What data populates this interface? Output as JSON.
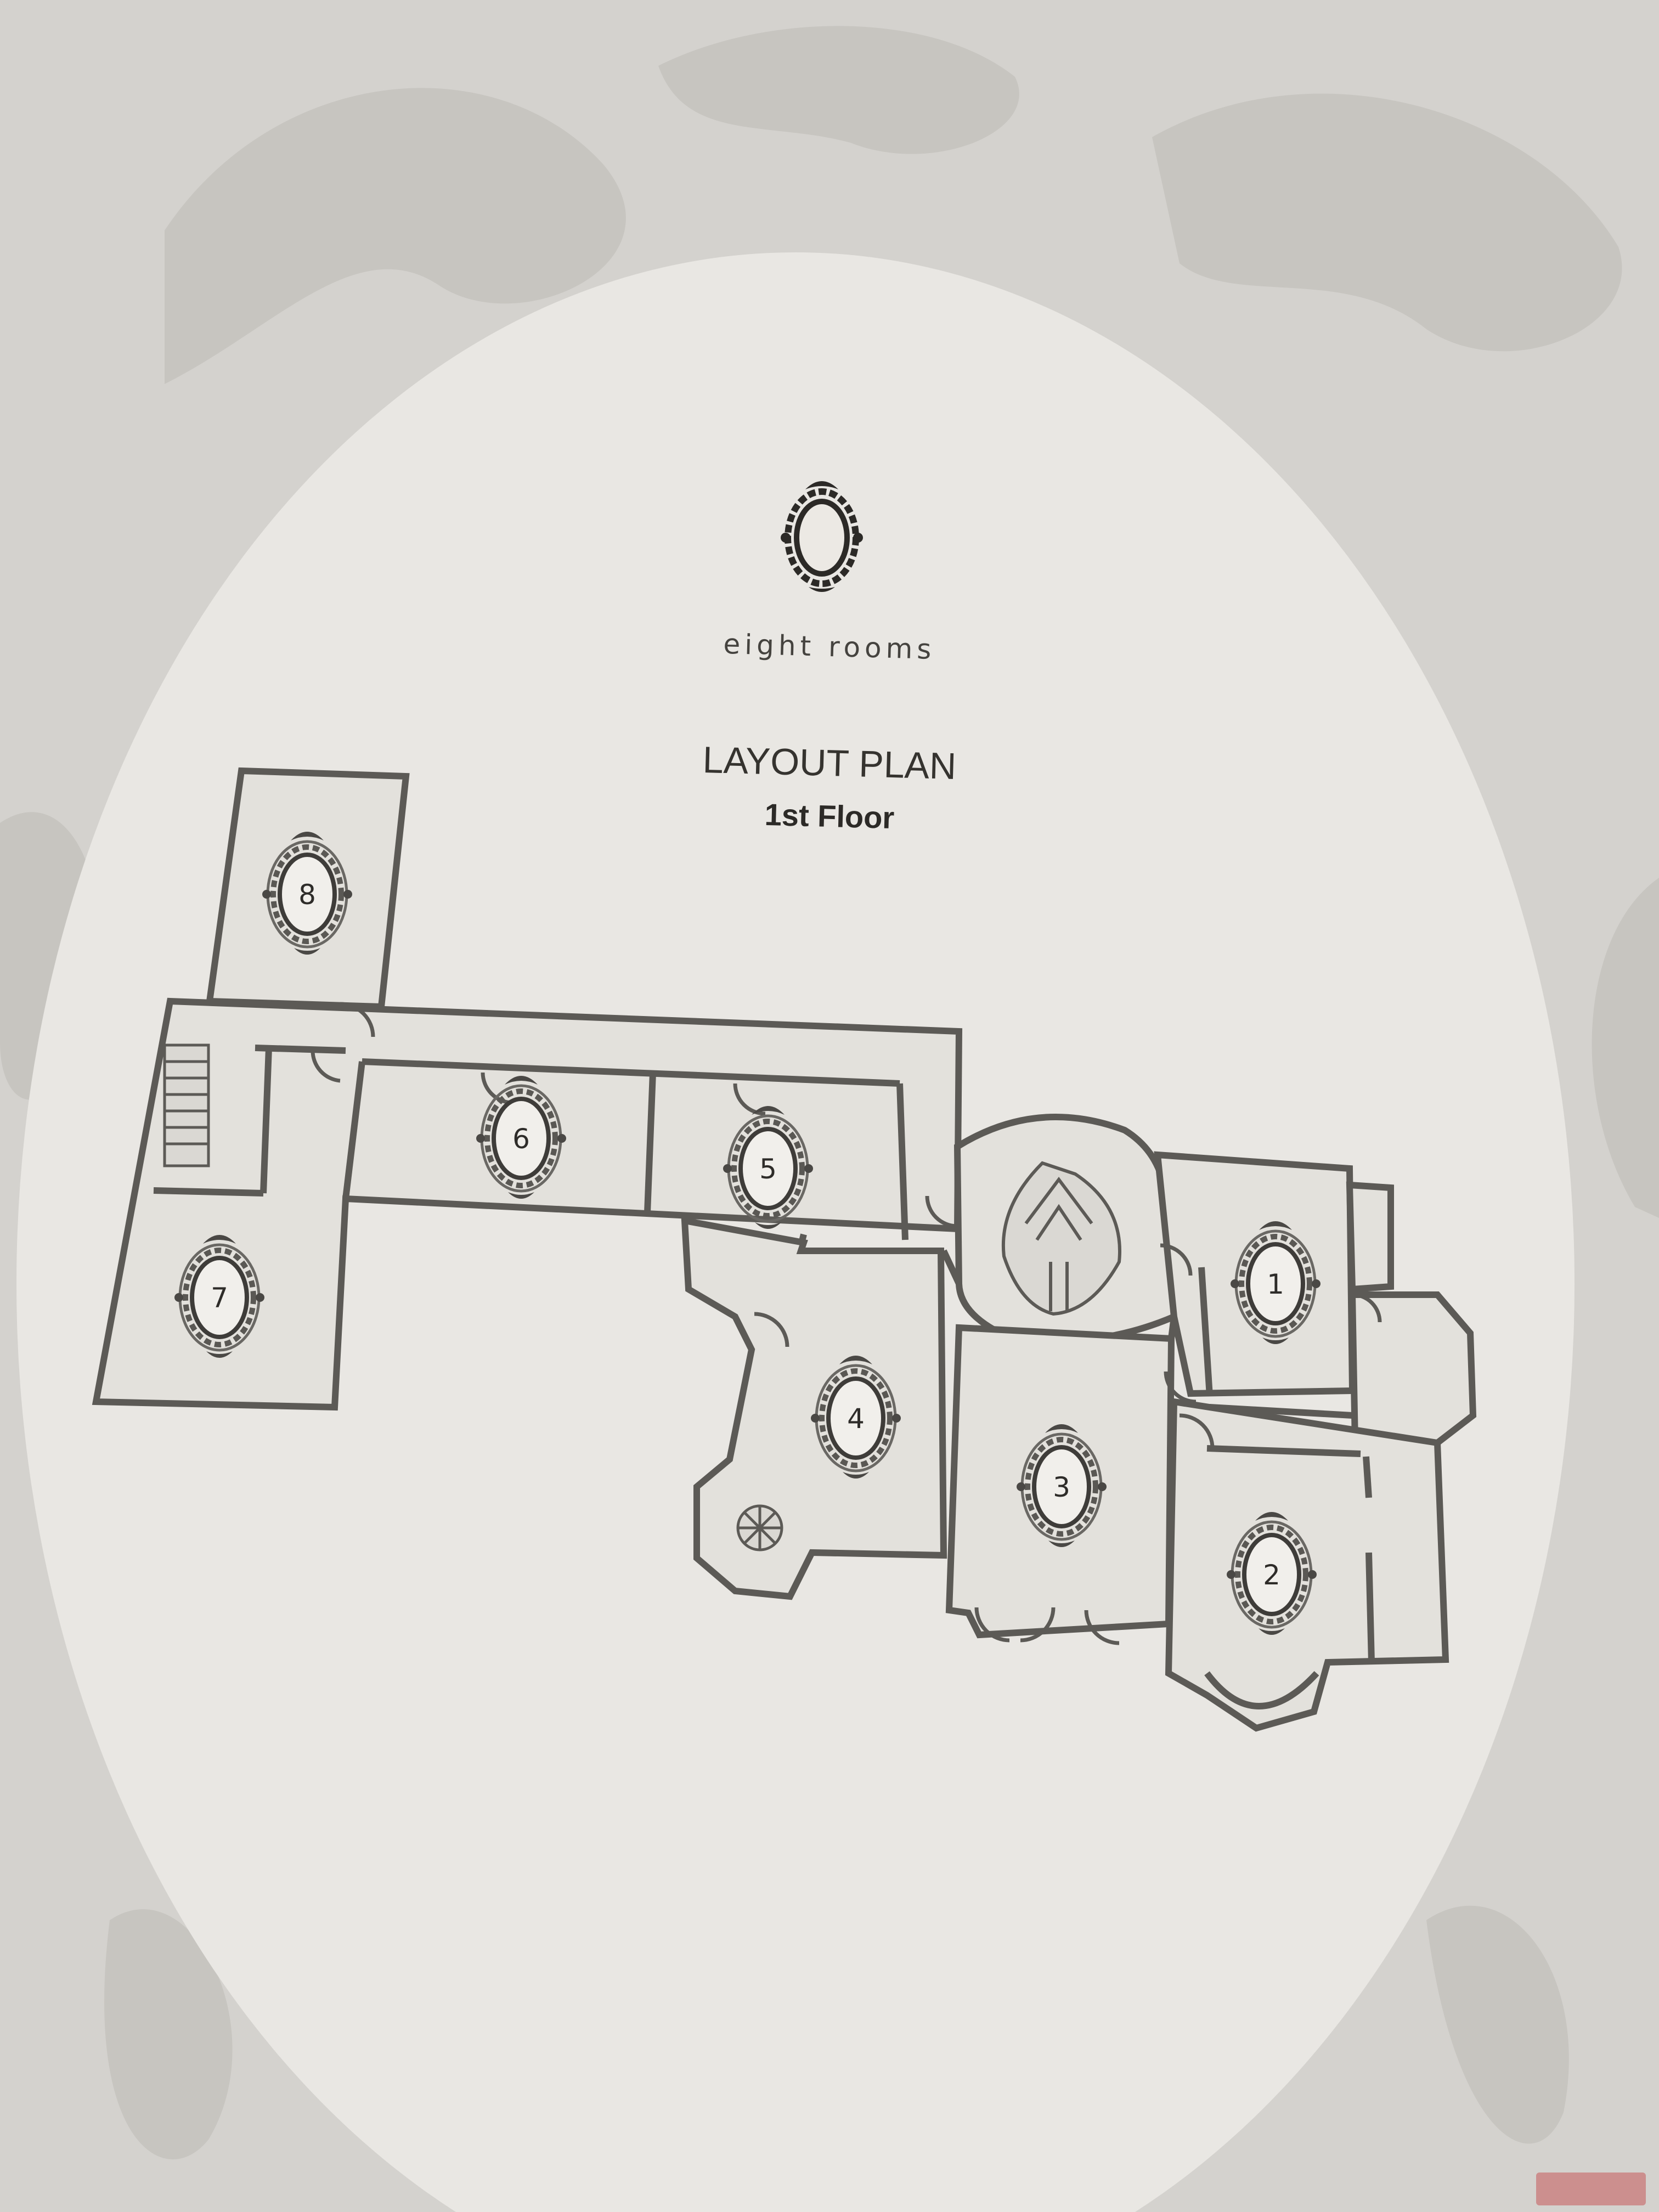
{
  "brand": {
    "name": "eight rooms"
  },
  "plan": {
    "title": "LAYOUT PLAN",
    "subtitle": "1st Floor"
  },
  "rooms": [
    {
      "number": "1"
    },
    {
      "number": "2"
    },
    {
      "number": "3"
    },
    {
      "number": "4"
    },
    {
      "number": "5"
    },
    {
      "number": "6"
    },
    {
      "number": "7"
    },
    {
      "number": "8"
    }
  ],
  "icons": {
    "logo": "ornate-mirror-frame-icon",
    "room_marker": "ornate-frame-icon",
    "stair": "staircase-icon",
    "spiral_stair": "spiral-staircase-icon"
  },
  "colors": {
    "page": "#e9e7e3",
    "background_pattern": "#cfcdc9",
    "walls": "#5c5a56",
    "text": "#35332f"
  }
}
